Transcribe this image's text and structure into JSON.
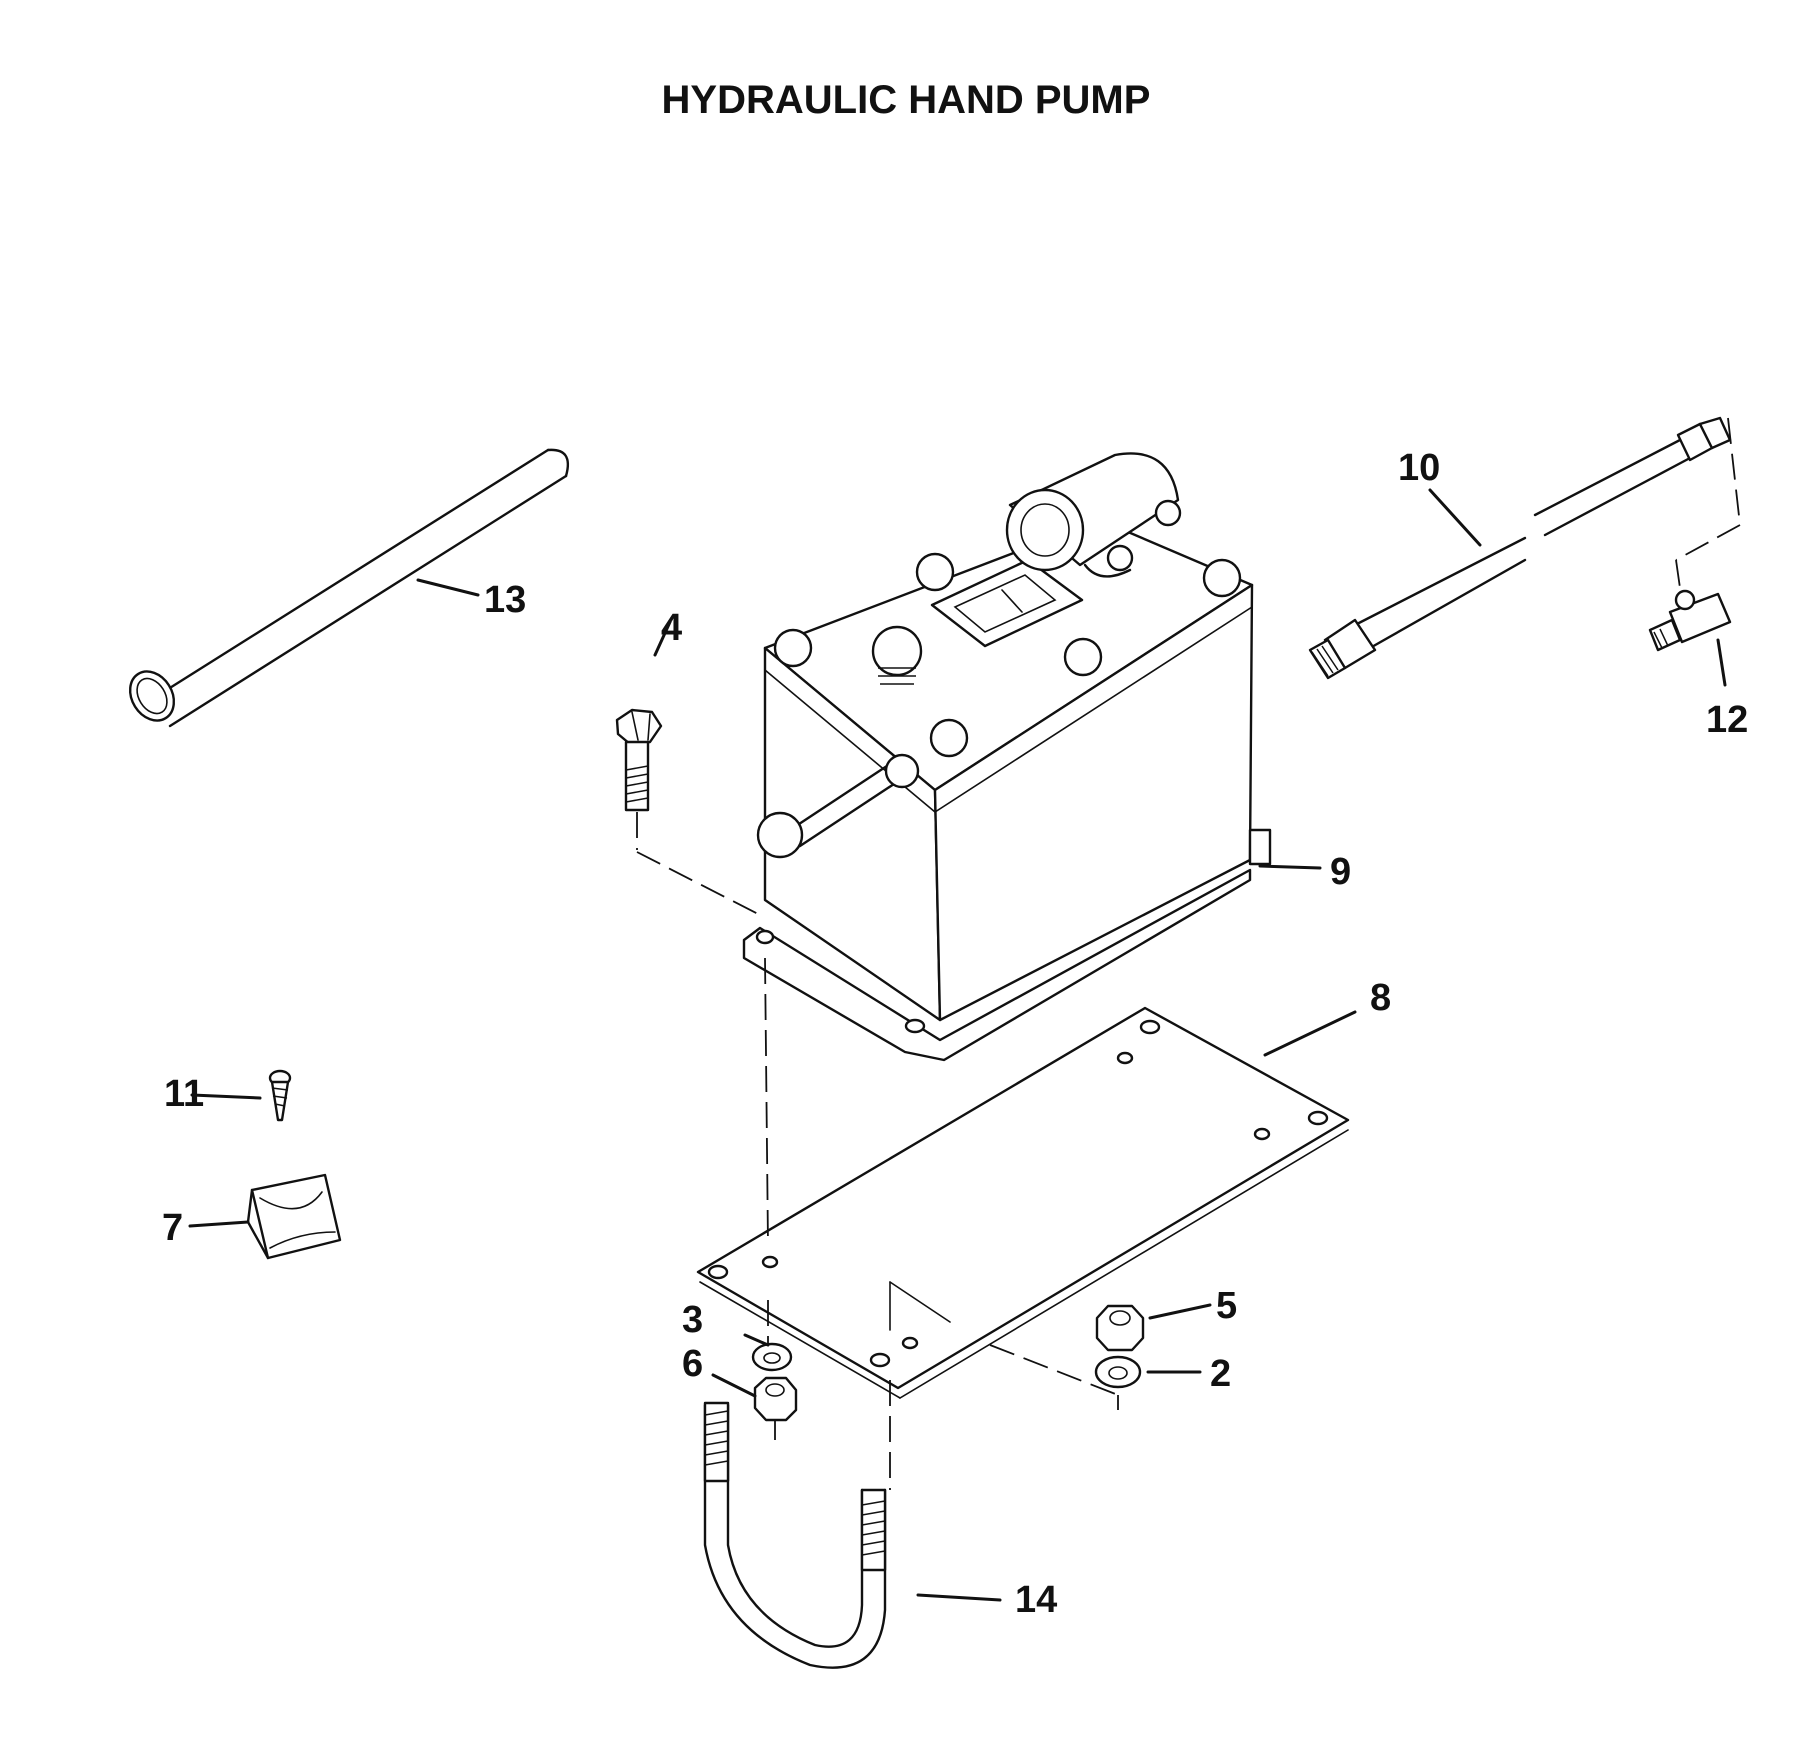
{
  "title": "HYDRAULIC HAND PUMP",
  "callouts": {
    "c2": "2",
    "c3": "3",
    "c4": "4",
    "c5": "5",
    "c6": "6",
    "c7": "7",
    "c8": "8",
    "c9": "9",
    "c10": "10",
    "c11": "11",
    "c12": "12",
    "c13": "13",
    "c14": "14"
  }
}
